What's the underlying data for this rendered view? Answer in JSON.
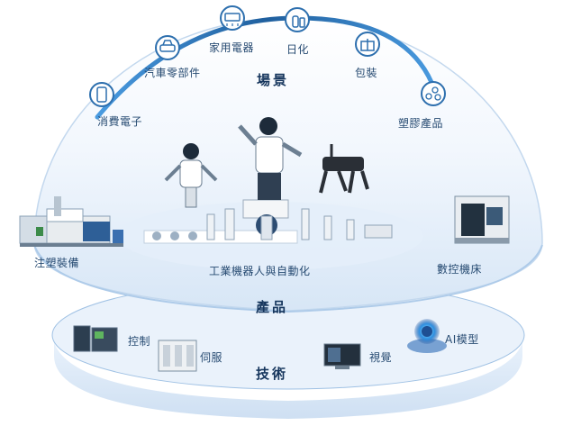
{
  "scenarios": {
    "title": "場景",
    "items": [
      {
        "label": "消費電子",
        "icon": "phone-icon"
      },
      {
        "label": "汽車零部件",
        "icon": "car-icon"
      },
      {
        "label": "家用電器",
        "icon": "air-conditioner-icon"
      },
      {
        "label": "日化",
        "icon": "bottle-icon"
      },
      {
        "label": "包裝",
        "icon": "gift-box-icon"
      },
      {
        "label": "塑膠產品",
        "icon": "plastic-pellets-icon"
      }
    ]
  },
  "products": {
    "title": "產品",
    "items": [
      {
        "label": "注塑裝備",
        "icon": "injection-molding-machine-icon"
      },
      {
        "label": "工業機器人與自動化",
        "icon": "industrial-robots-icon"
      },
      {
        "label": "數控機床",
        "icon": "cnc-machine-icon"
      }
    ]
  },
  "technology": {
    "title": "技術",
    "items": [
      {
        "label": "控制",
        "icon": "controller-icon"
      },
      {
        "label": "伺服",
        "icon": "servo-drive-icon"
      },
      {
        "label": "視覺",
        "icon": "vision-monitor-icon"
      },
      {
        "label": "AI模型",
        "icon": "ai-model-icon"
      }
    ]
  },
  "colors": {
    "accent": "#2d6fae",
    "dome_top": "#ffffff",
    "dome_bottom": "#dce9f7",
    "text": "#16365d"
  }
}
